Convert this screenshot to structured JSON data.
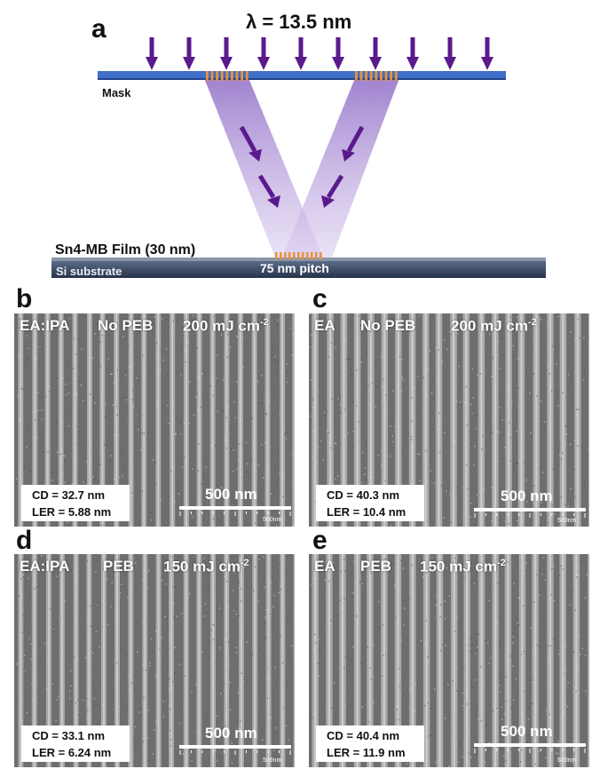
{
  "panel_a": {
    "letter": "a",
    "wavelength": "λ = 13.5 nm",
    "mask_label": "Mask",
    "film_label": "Sn4-MB Film (30 nm)",
    "substrate_label": "Si substrate",
    "pitch_label": "75 nm pitch"
  },
  "panels": [
    {
      "letter": "b",
      "developer": "EA:IPA",
      "bake": "No PEB",
      "dose": "200 mJ cm",
      "dose_exp": "-2",
      "cd": "CD = 32.7 nm",
      "ler": "LER = 5.88 nm",
      "scale": "500 nm",
      "scale_small": "500nm"
    },
    {
      "letter": "c",
      "developer": "EA",
      "bake": "No PEB",
      "dose": "200 mJ cm",
      "dose_exp": "-2",
      "cd": "CD = 40.3 nm",
      "ler": "LER = 10.4 nm",
      "scale": "500 nm",
      "scale_small": "500nm"
    },
    {
      "letter": "d",
      "developer": "EA:IPA",
      "bake": "PEB",
      "dose": "150 mJ cm",
      "dose_exp": "-2",
      "cd": "CD = 33.1 nm",
      "ler": "LER = 6.24 nm",
      "scale": "500 nm",
      "scale_small": "500nm"
    },
    {
      "letter": "e",
      "developer": "EA",
      "bake": "PEB",
      "dose": "150 mJ cm",
      "dose_exp": "-2",
      "cd": "CD = 40.4 nm",
      "ler": "LER = 11.9 nm",
      "scale": "500 nm",
      "scale_small": "500nm"
    }
  ],
  "colors": {
    "mask_blue": "#3f6fc6",
    "grating_orange": "#e8913a",
    "arrow_purple": "#5a1a8c",
    "beam_purple": "#a98bd6",
    "substrate": "#3b4a62"
  }
}
